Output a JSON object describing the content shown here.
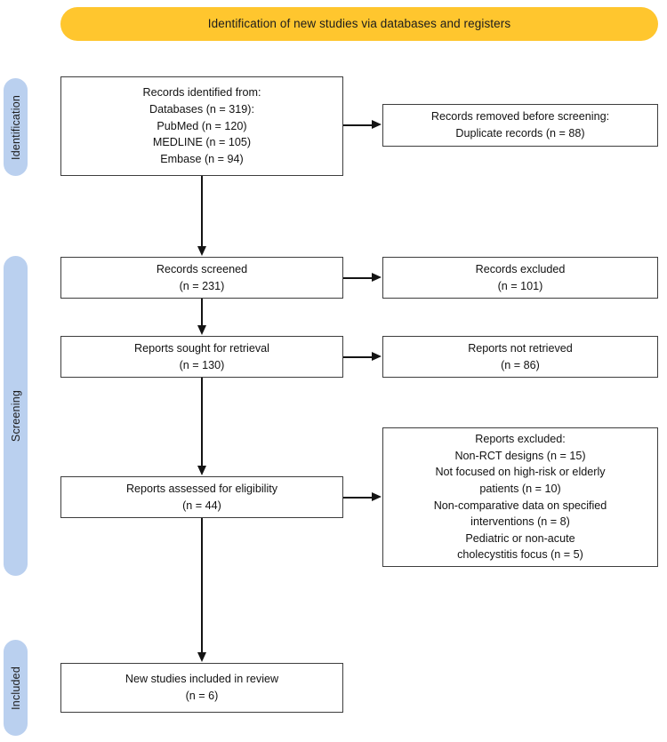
{
  "banner": {
    "title": "Identification of new studies via databases and registers",
    "color": "#FFC62E"
  },
  "stages": [
    {
      "id": "identification",
      "label": "Identification",
      "color": "#BAD0EF"
    },
    {
      "id": "screening",
      "label": "Screening",
      "color": "#BAD0EF"
    },
    {
      "id": "included",
      "label": "Included",
      "color": "#BAD0EF"
    }
  ],
  "nodes": {
    "identified": {
      "lines": [
        "Records identified from:",
        "Databases (n = 319):",
        "PubMed (n = 120)",
        "MEDLINE (n = 105)",
        "Embase (n = 94)"
      ],
      "text": "Records identified from:\nDatabases (n = 319):\nPubMed (n = 120)\nMEDLINE (n = 105)\nEmbase (n = 94)"
    },
    "removed": {
      "lines": [
        "Records removed before screening:",
        "Duplicate records (n = 88)"
      ],
      "text": "Records removed before screening:\nDuplicate records (n = 88)"
    },
    "screened": {
      "lines": [
        "Records screened",
        "(n = 231)"
      ],
      "text": "Records screened\n(n = 231)"
    },
    "excluded": {
      "lines": [
        "Records excluded",
        "(n = 101)"
      ],
      "text": "Records excluded\n(n = 101)"
    },
    "sought": {
      "lines": [
        "Reports sought for retrieval",
        "(n = 130)"
      ],
      "text": "Reports sought for retrieval\n(n = 130)"
    },
    "notretrieved": {
      "lines": [
        "Reports not retrieved",
        "(n = 86)"
      ],
      "text": "Reports not retrieved\n(n = 86)"
    },
    "assessed": {
      "lines": [
        "Reports assessed for eligibility",
        "(n = 44)"
      ],
      "text": "Reports assessed for eligibility\n(n = 44)"
    },
    "repexcluded": {
      "lines": [
        "Reports excluded:",
        "Non-RCT designs (n = 15)",
        "Not focused on high-risk or elderly",
        "patients (n = 10)",
        "Non-comparative data on specified",
        "interventions (n = 8)",
        "Pediatric or non-acute",
        "cholecystitis focus (n = 5)"
      ],
      "text": "Reports excluded:\nNon-RCT designs (n = 15)\nNot focused on high-risk or elderly\npatients (n = 10)\nNon-comparative data on specified\ninterventions (n = 8)\nPediatric or non-acute\ncholecystitis focus (n = 5)"
    },
    "included": {
      "lines": [
        "New studies included in review",
        "(n = 6)"
      ],
      "text": "New studies included in review\n(n = 6)"
    }
  },
  "counts": {
    "records_identified_total": 319,
    "pubmed": 120,
    "medline": 105,
    "embase": 94,
    "duplicates_removed": 88,
    "records_screened": 231,
    "records_excluded": 101,
    "reports_sought": 130,
    "reports_not_retrieved": 86,
    "reports_assessed": 44,
    "excluded_non_rct": 15,
    "excluded_not_high_risk": 10,
    "excluded_non_comparative": 8,
    "excluded_pediatric": 5,
    "studies_included": 6
  }
}
